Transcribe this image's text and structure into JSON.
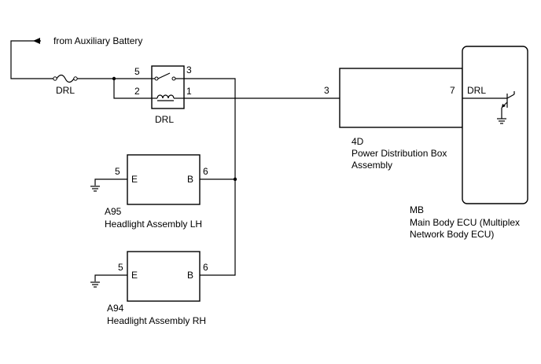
{
  "source": {
    "label": "from Auxiliary Battery"
  },
  "fuse": {
    "label": "DRL"
  },
  "relay": {
    "label": "DRL",
    "pins": {
      "p5": "5",
      "p3": "3",
      "p2": "2",
      "p1": "1"
    }
  },
  "pdb": {
    "code": "4D",
    "name_line1": "Power Distribution Box",
    "name_line2": "Assembly",
    "pin_left": "3",
    "pin_right": "7"
  },
  "ecu": {
    "code": "MB",
    "name_line1": "Main Body ECU (Multiplex",
    "name_line2": "Network Body ECU)",
    "pin_label": "DRL"
  },
  "headlight_lh": {
    "code": "A95",
    "name": "Headlight Assembly LH",
    "pin_e_num": "5",
    "pin_e_label": "E",
    "pin_b_num": "6",
    "pin_b_label": "B"
  },
  "headlight_rh": {
    "code": "A94",
    "name": "Headlight Assembly RH",
    "pin_e_num": "5",
    "pin_e_label": "E",
    "pin_b_num": "6",
    "pin_b_label": "B"
  }
}
